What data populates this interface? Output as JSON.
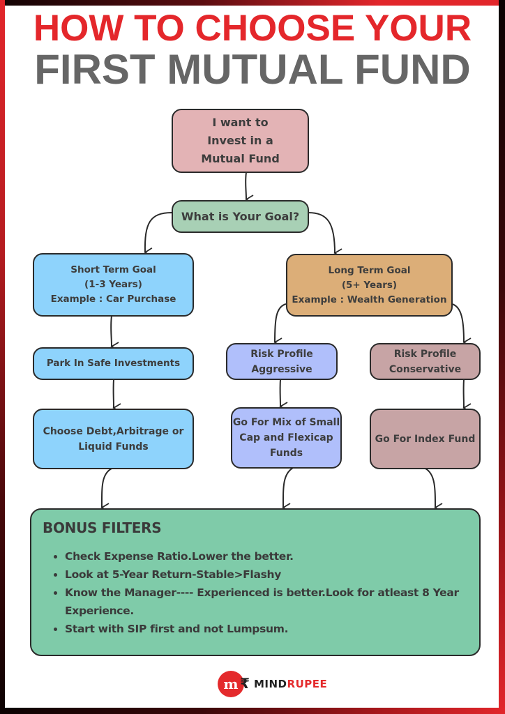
{
  "title": {
    "line1": "HOW TO CHOOSE YOUR",
    "line2": "FIRST MUTUAL FUND"
  },
  "colors": {
    "title_red": "#e4272b",
    "title_gray": "#666666",
    "start_box": "#e3b3b5",
    "goal_box": "#a8d0b5",
    "short_term": "#8ed3fc",
    "long_term": "#dcae78",
    "aggressive": "#b0bffb",
    "conservative": "#c7a4a5",
    "bonus": "#7fcba9"
  },
  "nodes": {
    "start": [
      "I want to",
      "Invest in a",
      "Mutual Fund"
    ],
    "goal": [
      "What is Your Goal?"
    ],
    "short_term": [
      "Short Term Goal",
      "(1-3 Years)",
      "Example : Car Purchase"
    ],
    "long_term": [
      "Long Term Goal",
      "(5+ Years)",
      "Example : Wealth Generation"
    ],
    "park_safe": [
      "Park In Safe Investments"
    ],
    "risk_aggressive": [
      "Risk Profile",
      "Aggressive"
    ],
    "risk_conservative": [
      "Risk Profile",
      "Conservative"
    ],
    "choose_debt": [
      "Choose Debt,Arbitrage or",
      "Liquid Funds"
    ],
    "mix_small_flexi": [
      "Go For Mix of Small",
      "Cap and Flexicap",
      "Funds"
    ],
    "index_fund": [
      "Go For Index Fund"
    ]
  },
  "bonus": {
    "title": "BONUS FILTERS",
    "items": [
      "Check Expense Ratio.Lower the better.",
      "Look at 5-Year Return-Stable>Flashy",
      "Know the Manager---- Experienced is better.Look for atleast 8 Year Experience.",
      "Start with SIP first and not Lumpsum."
    ]
  },
  "logo": {
    "mark": "m",
    "rupee_symbol": "₹",
    "text_part1": "MIND",
    "text_part2": "RUPEE"
  }
}
